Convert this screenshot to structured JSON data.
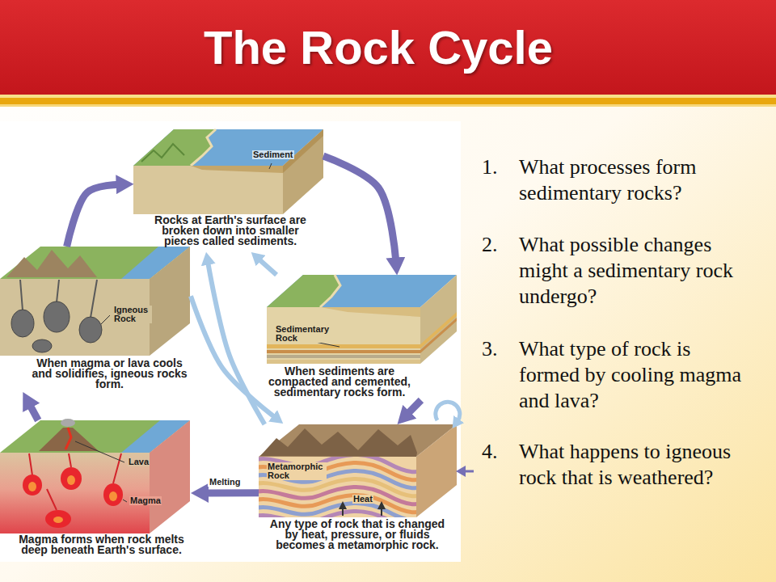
{
  "diagram": {
    "title": "The Rock Cycle",
    "nodes": [
      {
        "text": [
          "Sediment",
          "Rocks at Earth's surface are broken down into smaller pieces called sediments."
        ]
      },
      {
        "text": [
          "Sedimentary Rock",
          "When sediments are compacted and cemented, sedimentary rocks form."
        ]
      },
      {
        "text": [
          "Metamorphic Rock",
          "Heat",
          "Any type of rock that is changed by heat, pressure, or fluids becomes a metamorphic rock."
        ]
      },
      {
        "text": [
          "Lava",
          "Magma",
          "Magma forms when rock melts deep beneath Earth's surface."
        ]
      },
      {
        "text": [
          "Igneous Rock",
          "When magma or lava cools and solidifies, igneous rocks form."
        ]
      }
    ],
    "edges": [
      {
        "from": 0,
        "to": 1,
        "arrow": "to"
      },
      {
        "from": 1,
        "to": 2,
        "arrow": "to"
      },
      {
        "from": 2,
        "to": 3,
        "label": "Melting",
        "arrow": "to"
      },
      {
        "from": 3,
        "to": 4,
        "arrow": "to"
      },
      {
        "from": 4,
        "to": 0,
        "arrow": "to"
      },
      {
        "from": 4,
        "to": 2,
        "arrow": "to"
      },
      {
        "from": 2,
        "to": 0,
        "arrow": "to"
      },
      {
        "from": 1,
        "to": 0,
        "arrow": "to"
      }
    ],
    "labels": [
      "1.",
      "What processes form sedimentary rocks?",
      "2.",
      "What possible changes might a sedimentary rock undergo?",
      "3.",
      "What type of rock is formed by cooling magma and lava?",
      "4.",
      "What happens to igneous rock that is weathered?"
    ]
  }
}
